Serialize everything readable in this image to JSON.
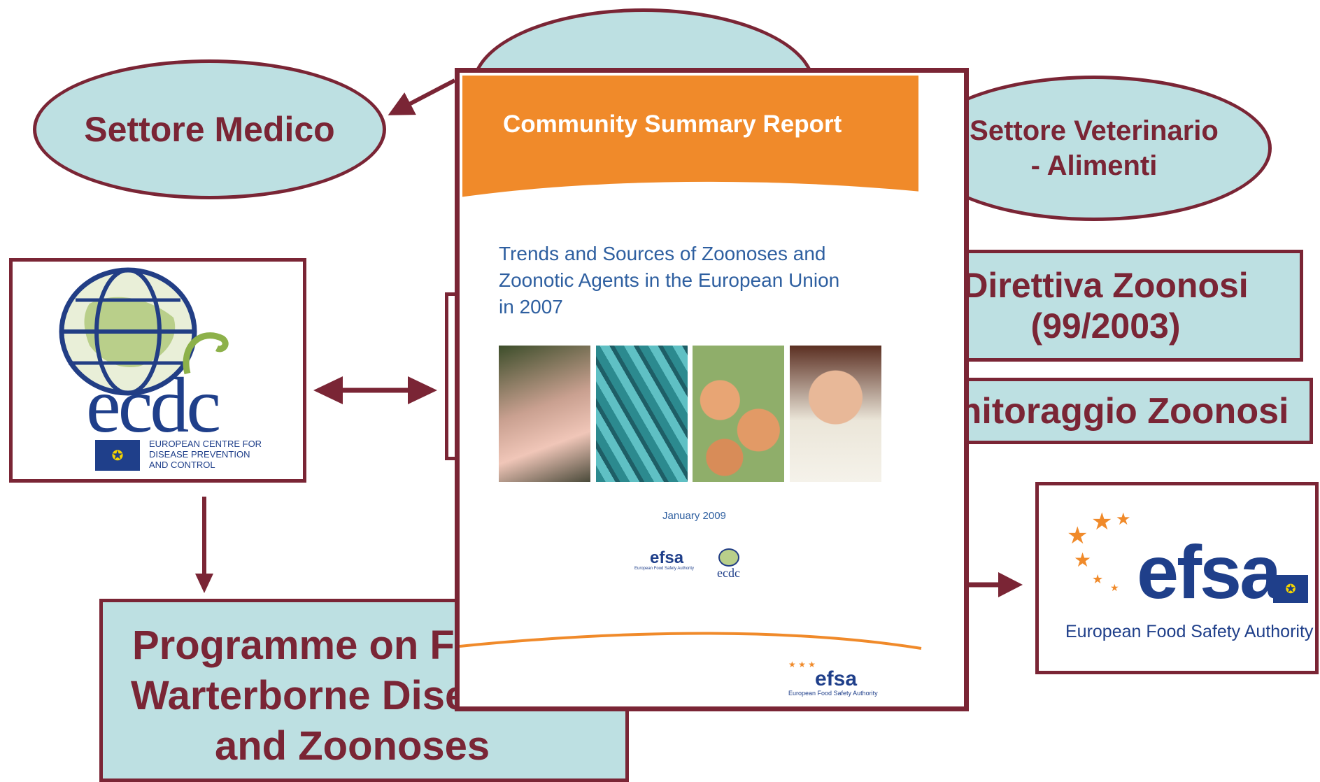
{
  "nodes": {
    "settore_medico": "Settore Medico",
    "settore_veterinario_line1": "Settore Veterinario",
    "settore_veterinario_line2": "- Alimenti",
    "direttiva_line1": "Direttiva Zoonosi",
    "direttiva_line2": "(99/2003)",
    "monitoraggio": "Monitoraggio Zoonosi",
    "programme_line1": "Programme on Food and",
    "programme_line2": "Warterborne Diseases",
    "programme_line3": "and Zoonoses"
  },
  "ecdc_logo": {
    "wordmark": "ecdc",
    "subtitle_line1": "EUROPEAN CENTRE FOR",
    "subtitle_line2": "DISEASE PREVENTION",
    "subtitle_line3": "AND CONTROL"
  },
  "efsa_logo": {
    "wordmark": "efsa",
    "subtitle": "European Food Safety Authority"
  },
  "report": {
    "banner": "Community Summary Report",
    "title_line1": "Trends and Sources of Zoonoses and",
    "title_line2": "Zoonotic Agents in the European Union",
    "title_line3": "in 2007",
    "date": "January 2009",
    "small_efsa": "efsa",
    "small_efsa_sub": "European Food Safety Authority",
    "small_ecdc": "ecdc",
    "footer_efsa": "efsa",
    "footer_efsa_sub": "European Food Safety Authority"
  },
  "colors": {
    "border": "#7a2535",
    "fill": "#bde0e2",
    "banner_orange": "#f08a2a",
    "report_blue": "#2e5fa0",
    "efsa_blue": "#1f3f8a",
    "ecdc_green": "#8db14a"
  }
}
